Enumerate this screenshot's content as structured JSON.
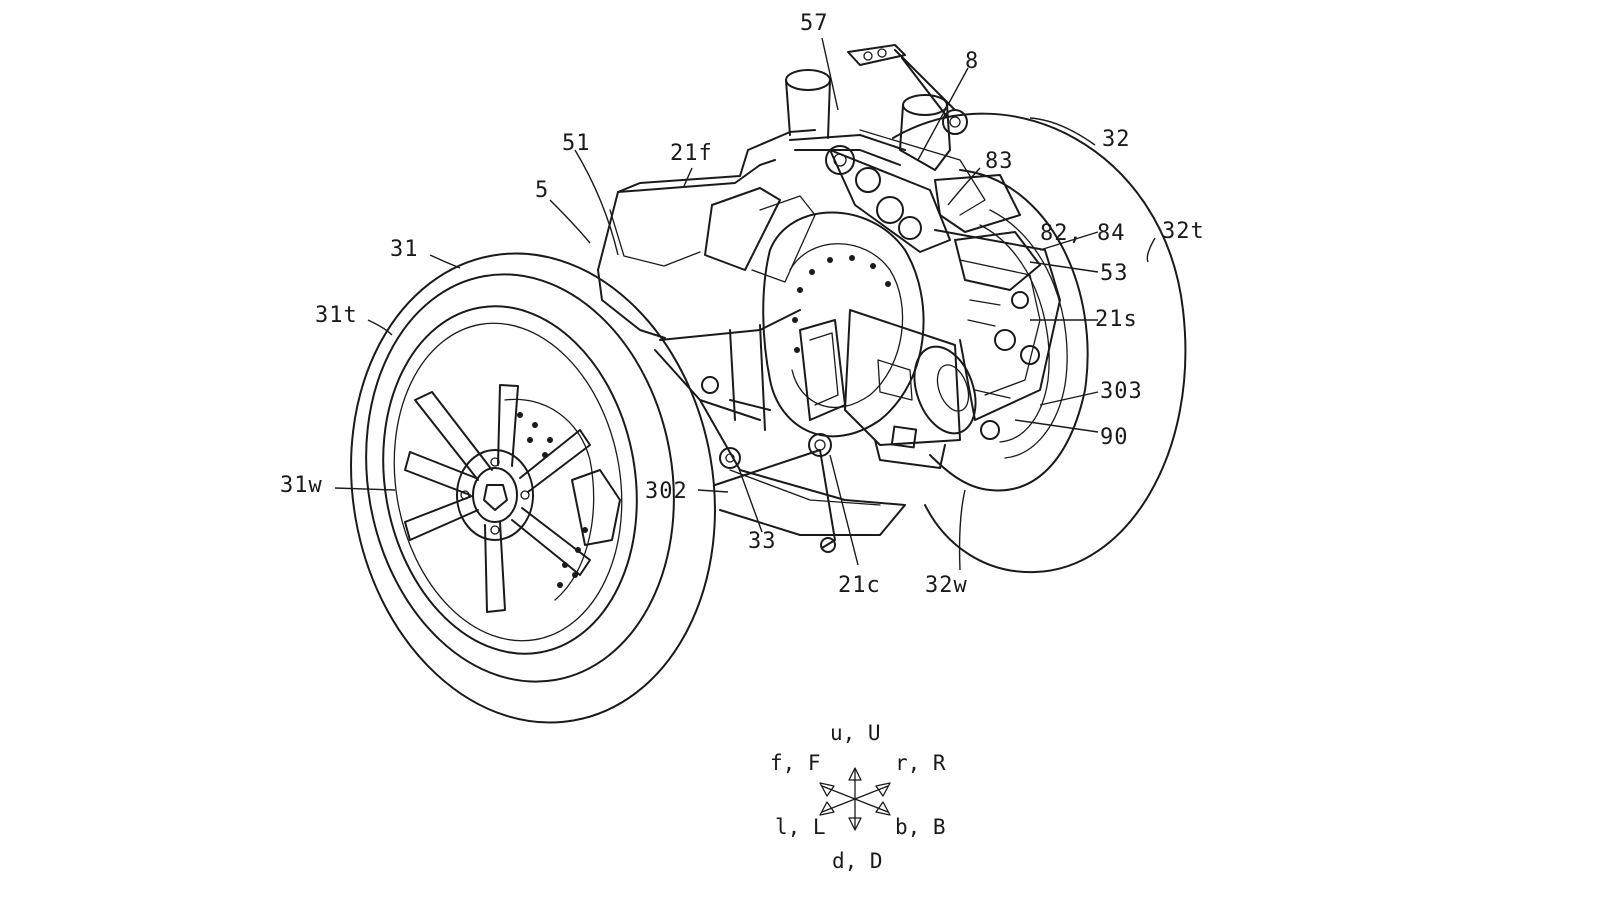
{
  "labels": {
    "l57": "57",
    "l8": "8",
    "l21f": "21f",
    "l32": "32",
    "l51": "51",
    "l83": "83",
    "l5": "5",
    "l32t": "32t",
    "l82_84": "82, 84",
    "l31": "31",
    "l53": "53",
    "l31t": "31t",
    "l21s": "21s",
    "l303": "303",
    "l90": "90",
    "l31w": "31w",
    "l302": "302",
    "l33": "33",
    "l21c": "21c",
    "l32w": "32w"
  },
  "directions": {
    "up": "u, U",
    "front": "f, F",
    "right": "r, R",
    "left": "l, L",
    "back": "b, B",
    "down": "d, D"
  }
}
